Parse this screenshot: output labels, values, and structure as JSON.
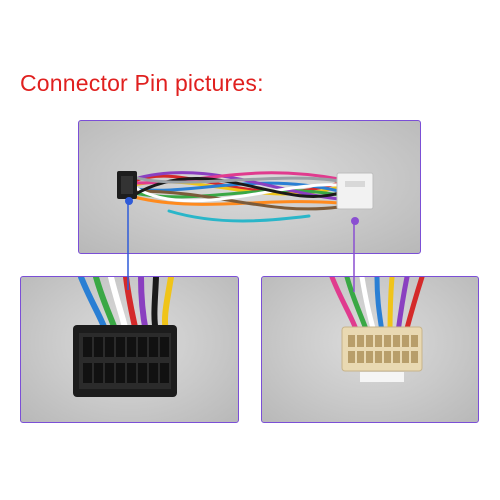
{
  "title": "Connector Pin pictures:",
  "colors": {
    "title": "#e0201f",
    "panel_border": "#7b4fd6",
    "leader_line": "#6a4cc8",
    "marker_blue": "#2f5bd8",
    "marker_purple": "#8a4fd1"
  },
  "images": [
    {
      "name": "full-wiring-harness-photo",
      "description_icon": "harness-icon"
    },
    {
      "name": "black-iso-connector-photo",
      "description_icon": "black-connector-icon"
    },
    {
      "name": "white-connector-photo",
      "description_icon": "white-connector-icon"
    }
  ]
}
